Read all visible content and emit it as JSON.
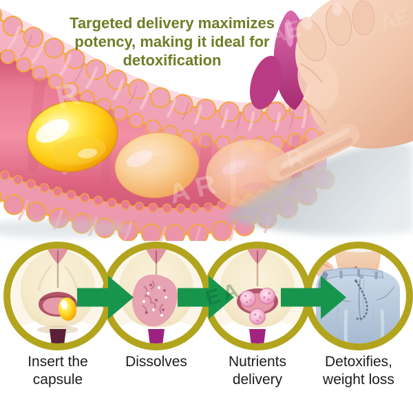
{
  "heading": {
    "line1": "Targeted delivery maximizes",
    "line2": "potency, making it ideal for",
    "line3": "detoxification"
  },
  "steps": [
    {
      "label_line1": "Insert the",
      "label_line2": "capsule"
    },
    {
      "label_line1": "Dissolves",
      "label_line2": ""
    },
    {
      "label_line1": "Nutrients",
      "label_line2": "delivery"
    },
    {
      "label_line1": "Detoxifies,",
      "label_line2": "weight loss"
    }
  ],
  "watermark": {
    "items": [
      "R",
      "AE",
      "AR",
      "EA"
    ]
  },
  "colors": {
    "background": "#ffffff",
    "heading": "#6f7d26",
    "label": "#1d1c1a",
    "ring": "#b2a41d",
    "arrow": "#17954c",
    "gold_outline": "#f3a83b",
    "intestine_wall": "#ef9cb4",
    "intestine_lumen": "#e0607e",
    "capsule_gold": "#fecb16",
    "skin": "#f0c4aa",
    "magenta": "#b93b84",
    "jeans": "#b7c8db",
    "shadow": "#aab4bc"
  }
}
